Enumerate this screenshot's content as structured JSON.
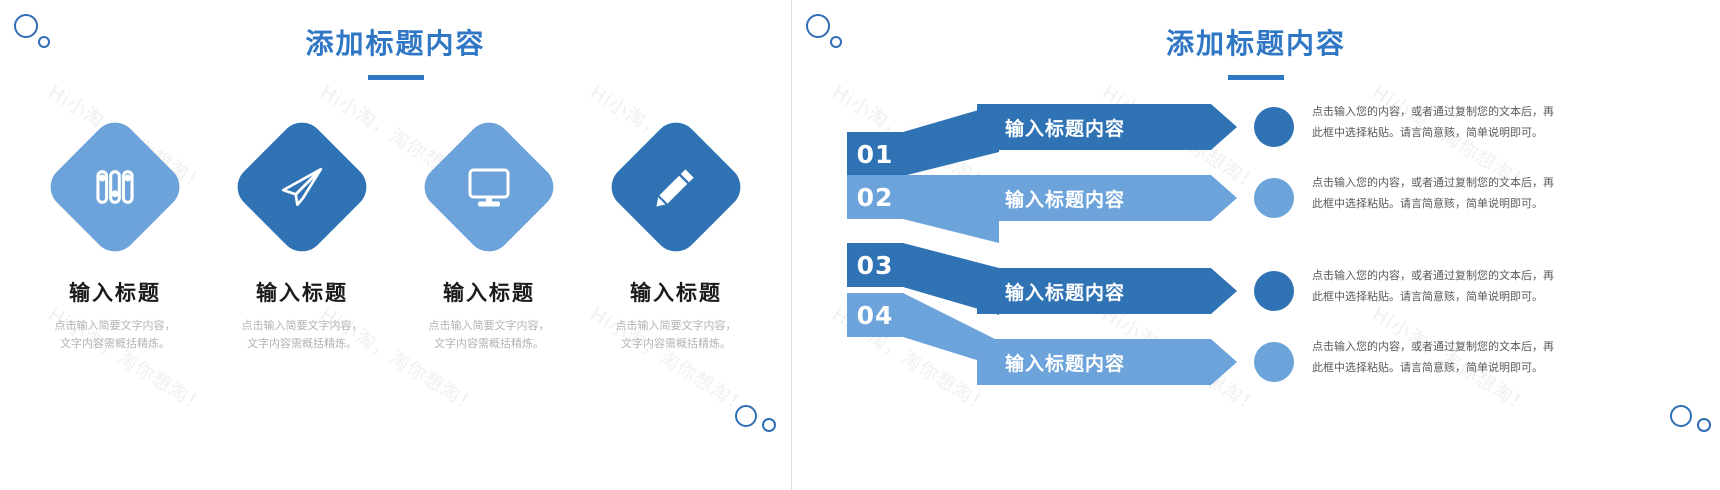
{
  "theme": {
    "accent_dark": "#2f73b5",
    "accent_light": "#6ba3da",
    "title_color": "#2f77c4",
    "body_color": "#5a5a5a",
    "muted_color": "#b4b4b4"
  },
  "watermark": {
    "text": "Hi小淘，淘你想淘！"
  },
  "slide_left": {
    "title": "添加标题内容",
    "cards": [
      {
        "icon": "sliders-icon",
        "tone": "light",
        "title": "输入标题",
        "desc_line1": "点击输入简要文字内容，",
        "desc_line2": "文字内容需概括精炼。"
      },
      {
        "icon": "paper-plane-icon",
        "tone": "dark",
        "title": "输入标题",
        "desc_line1": "点击输入简要文字内容，",
        "desc_line2": "文字内容需概括精炼。"
      },
      {
        "icon": "monitor-icon",
        "tone": "light",
        "title": "输入标题",
        "desc_line1": "点击输入简要文字内容，",
        "desc_line2": "文字内容需概括精炼。"
      },
      {
        "icon": "pencil-icon",
        "tone": "dark",
        "title": "输入标题",
        "desc_line1": "点击输入简要文字内容，",
        "desc_line2": "文字内容需概括精炼。"
      }
    ]
  },
  "slide_right": {
    "title": "添加标题内容",
    "rows": [
      {
        "number": "01",
        "tone": "dark",
        "banner": "输入标题内容",
        "desc_line1": "点击输入您的内容，或者通过复制您的文本后，再",
        "desc_line2": "此框中选择粘贴。请言简意赅，简单说明即可。"
      },
      {
        "number": "02",
        "tone": "light",
        "banner": "输入标题内容",
        "desc_line1": "点击输入您的内容，或者通过复制您的文本后，再",
        "desc_line2": "此框中选择粘贴。请言简意赅，简单说明即可。"
      },
      {
        "number": "03",
        "tone": "dark",
        "banner": "输入标题内容",
        "desc_line1": "点击输入您的内容，或者通过复制您的文本后，再",
        "desc_line2": "此框中选择粘贴。请言简意赅，简单说明即可。"
      },
      {
        "number": "04",
        "tone": "light",
        "banner": "输入标题内容",
        "desc_line1": "点击输入您的内容，或者通过复制您的文本后，再",
        "desc_line2": "此框中选择粘贴。请言简意赅，简单说明即可。"
      }
    ]
  }
}
